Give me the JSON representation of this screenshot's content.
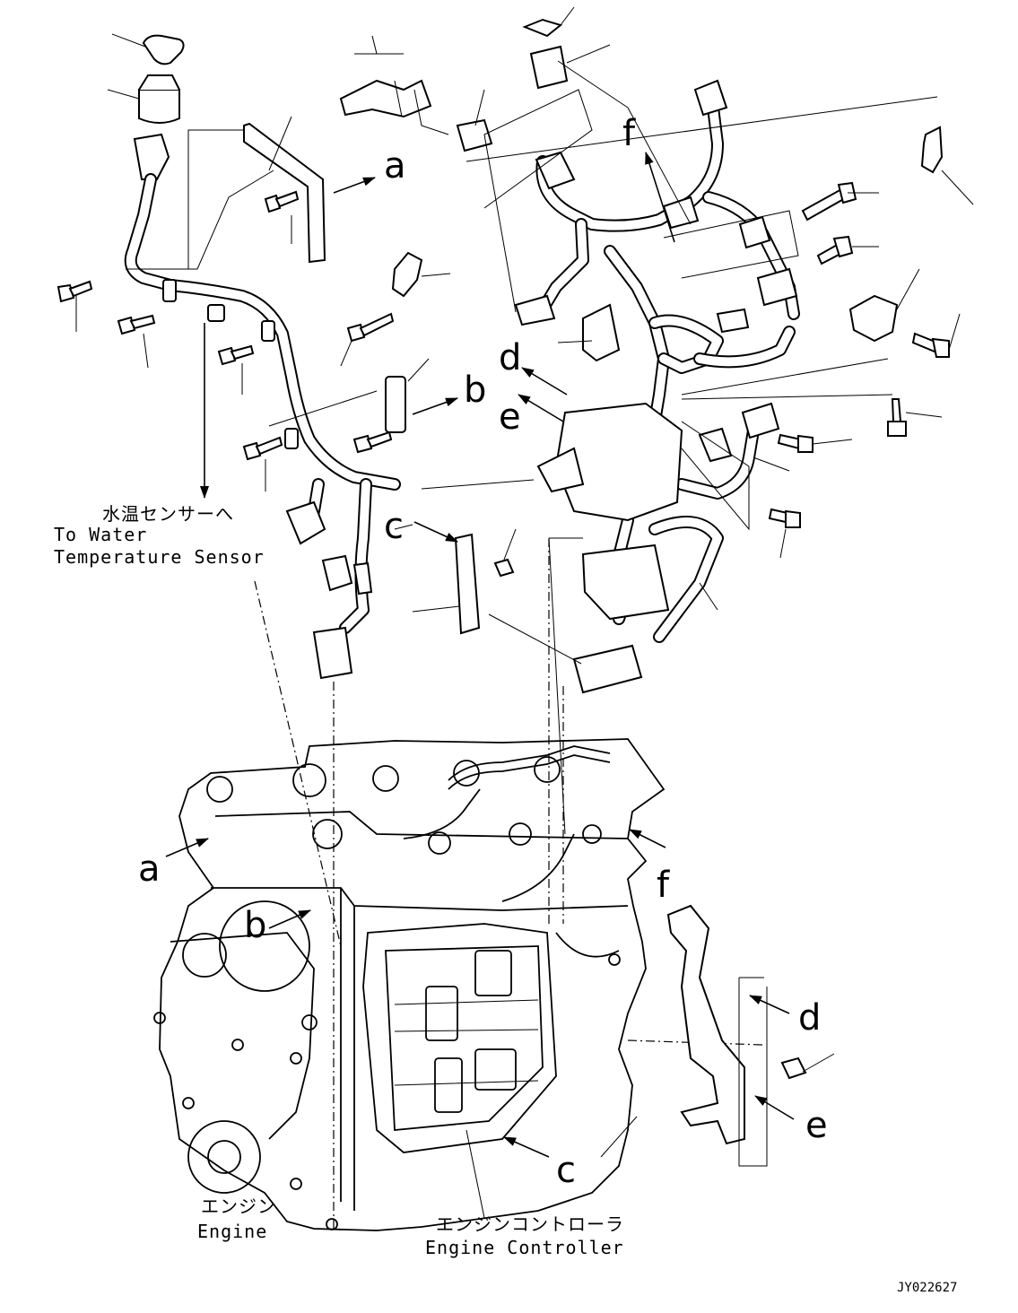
{
  "callouts": {
    "a": "a",
    "b": "b",
    "c": "c",
    "d": "d",
    "e": "e",
    "f": "f"
  },
  "captions": {
    "water_sensor_jp": "水温センサーへ",
    "water_sensor_en_1": "To Water",
    "water_sensor_en_2": "Temperature Sensor",
    "engine_jp": "エンジン",
    "engine_en": "Engine",
    "controller_jp": "エンジンコントローラ",
    "controller_en": "Engine Controller"
  },
  "drawing_code": "JY022627"
}
